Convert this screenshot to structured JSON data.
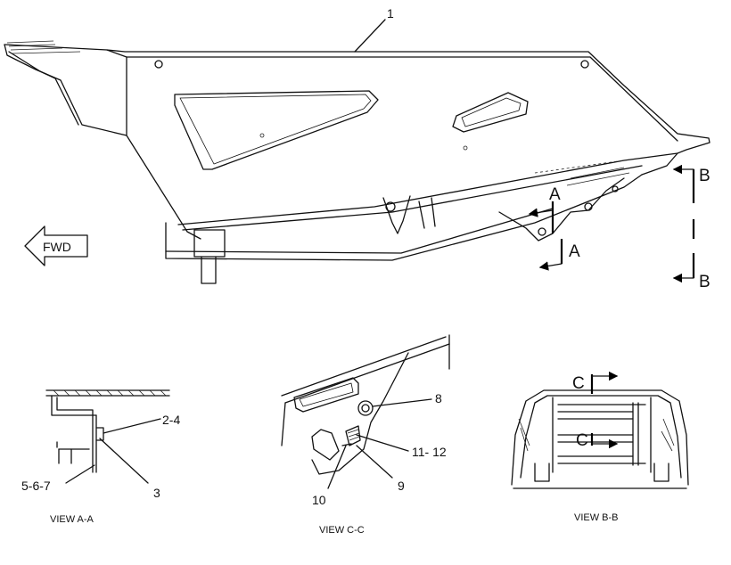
{
  "callouts": {
    "c1": "1",
    "c2_4": "2-4",
    "c3": "3",
    "c5_6_7": "5-6-7",
    "c8": "8",
    "c9": "9",
    "c10": "10",
    "c11_12": "11- 12"
  },
  "section_marks": {
    "a": "A",
    "b": "B",
    "c": "C"
  },
  "fwd_label": "FWD",
  "view_titles": {
    "aa": "VIEW A-A",
    "cc": "VIEW C-C",
    "bb": "VIEW B-B"
  }
}
